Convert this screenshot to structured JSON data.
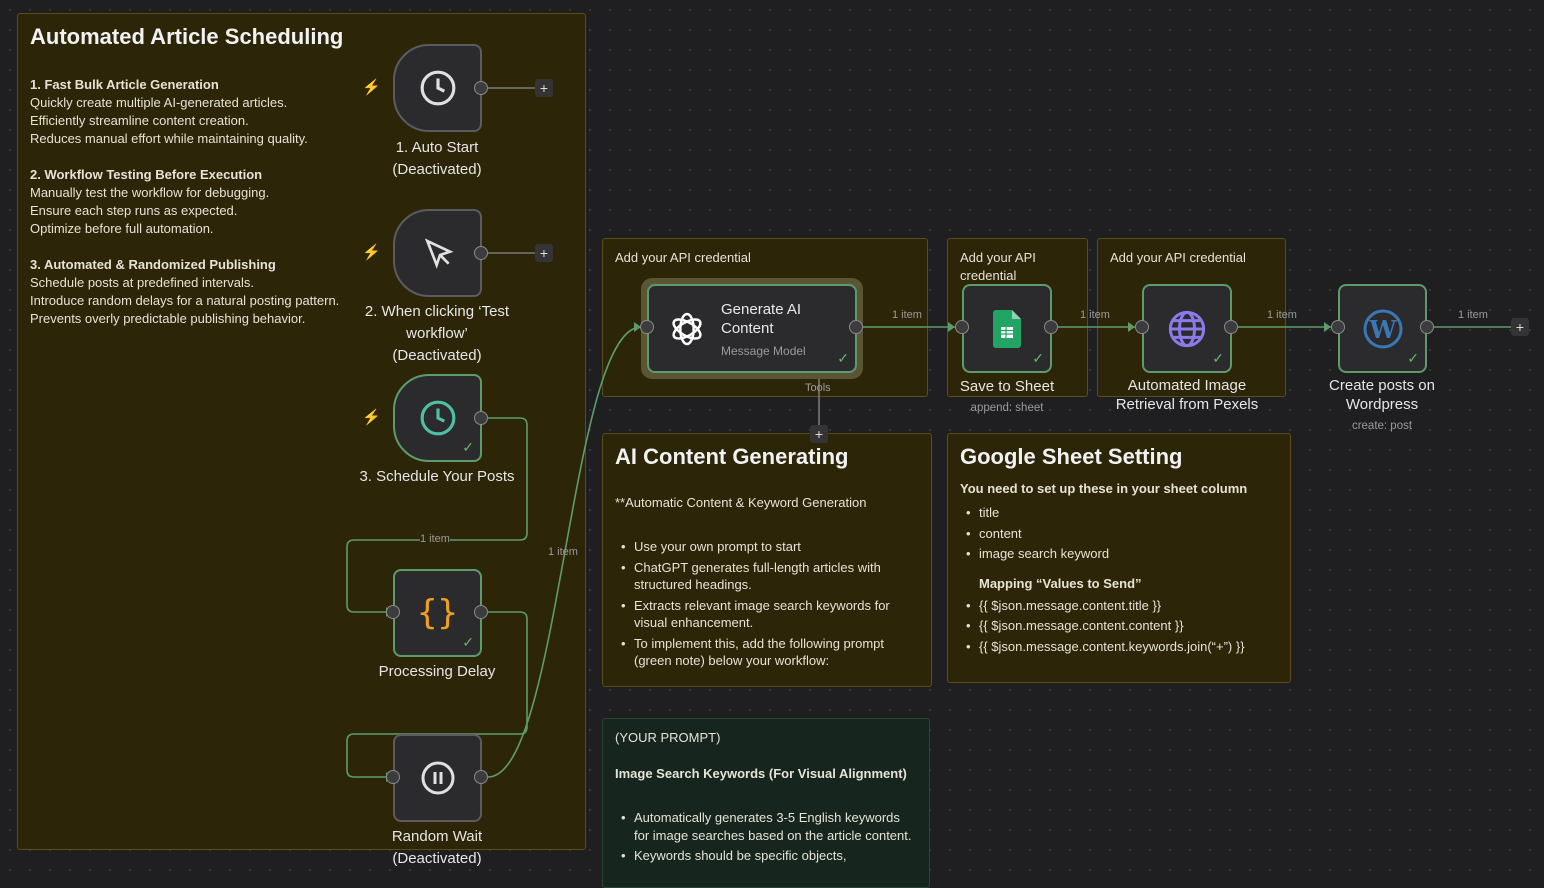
{
  "notes": {
    "main": {
      "title": "Automated Article Scheduling",
      "sections": [
        {
          "heading": "1. Fast Bulk Article Generation",
          "lines": [
            "Quickly create multiple AI-generated articles.",
            "Efficiently streamline content creation.",
            "Reduces manual effort while maintaining quality."
          ]
        },
        {
          "heading": "2. Workflow Testing Before Execution",
          "lines": [
            "Manually test the workflow for debugging.",
            "Ensure each step runs as expected.",
            "Optimize before full automation."
          ]
        },
        {
          "heading": "3. Automated & Randomized Publishing",
          "lines": [
            "Schedule posts at predefined intervals.",
            "Introduce random delays for a natural posting pattern.",
            "Prevents overly predictable publishing behavior."
          ]
        }
      ]
    },
    "api1": "Add your API credential",
    "api2": "Add your API credential",
    "api3": "Add your API credential",
    "ai": {
      "title": "AI Content Generating",
      "intro": "**Automatic Content & Keyword Generation",
      "bullets": [
        "Use your own prompt to start",
        "ChatGPT generates full-length articles with structured headings.",
        "Extracts relevant image search keywords for visual enhancement.",
        "To implement this, add the following prompt (green note) below your workflow:"
      ]
    },
    "sheet": {
      "title": "Google Sheet Setting",
      "intro": "You need to set up these in your sheet column",
      "columns": [
        "title",
        "content",
        "image search keyword"
      ],
      "mapping_title": "Mapping “Values to Send”",
      "mappings": [
        "{{ $json.message.content.title }}",
        "{{ $json.message.content.content }}",
        "{{ $json.message.content.keywords.join(“+”) }}"
      ]
    },
    "prompt": {
      "label": "(YOUR PROMPT)",
      "heading": "Image Search Keywords (For Visual Alignment)",
      "bullets": [
        "Automatically generates 3-5 English keywords for image searches based on the article content.",
        "Keywords should be specific objects,"
      ]
    }
  },
  "nodes": {
    "auto_start": {
      "name": "1. Auto Start",
      "state": "(Deactivated)",
      "icon": "clock-icon"
    },
    "test": {
      "name": "2. When clicking ‘Test workflow’",
      "state": "(Deactivated)",
      "icon": "cursor-icon"
    },
    "schedule": {
      "name": "3. Schedule Your Posts",
      "icon": "clock-icon"
    },
    "delay": {
      "name": "Processing Delay",
      "icon": "code-braces-icon"
    },
    "wait": {
      "name": "Random Wait",
      "state": "(Deactivated)",
      "icon": "pause-icon"
    },
    "generate": {
      "name": "Generate AI Content",
      "subtitle": "Message Model",
      "tools": "Tools",
      "icon": "openai-icon"
    },
    "save": {
      "name": "Save to Sheet",
      "subtitle": "append: sheet",
      "icon": "google-sheets-icon"
    },
    "pexels": {
      "name": "Automated Image Retrieval from Pexels",
      "icon": "globe-icon"
    },
    "wordpress": {
      "name": "Create posts on Wordpress",
      "subtitle": "create: post",
      "icon": "wordpress-icon"
    }
  },
  "connection_label": "1 item",
  "colors": {
    "sticky": "#2d2508",
    "green_note": "#16261f",
    "success": "#5e9b6c",
    "trigger_bolt": "#e8664d"
  }
}
